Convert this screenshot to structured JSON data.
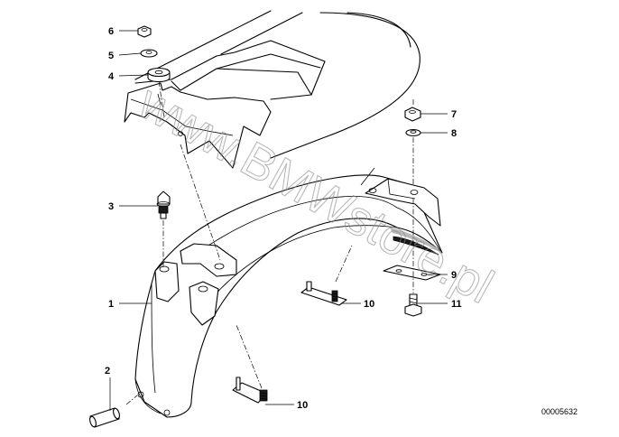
{
  "diagram": {
    "diagram_id": "00005632",
    "watermark_text": "www.BMWstore.pl",
    "callouts": [
      {
        "id": "callout-6",
        "number": "6"
      },
      {
        "id": "callout-5",
        "number": "5"
      },
      {
        "id": "callout-4",
        "number": "4"
      },
      {
        "id": "callout-3",
        "number": "3"
      },
      {
        "id": "callout-1",
        "number": "1"
      },
      {
        "id": "callout-2",
        "number": "2"
      },
      {
        "id": "callout-7",
        "number": "7"
      },
      {
        "id": "callout-8",
        "number": "8"
      },
      {
        "id": "callout-9",
        "number": "9"
      },
      {
        "id": "callout-10a",
        "number": "10"
      },
      {
        "id": "callout-11",
        "number": "11"
      },
      {
        "id": "callout-10b",
        "number": "10"
      }
    ]
  }
}
